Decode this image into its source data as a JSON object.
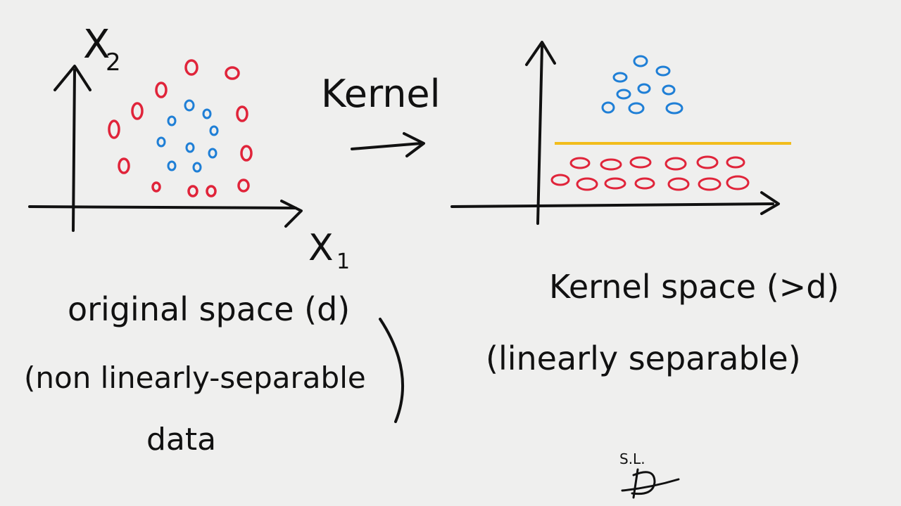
{
  "colors": {
    "ink": "#111111",
    "class_outer": "#e0243a",
    "class_inner": "#1f7fd6",
    "separator": "#f2bd1c",
    "background": "#efefee"
  },
  "left_panel": {
    "y_axis_label": "X",
    "y_axis_subscript": "2",
    "x_axis_label": "X",
    "x_axis_subscript": "1",
    "caption_line1": "original space (d)",
    "caption_line2": "(non linearly-separable",
    "caption_line3": "data"
  },
  "transform": {
    "label": "Kernel",
    "arrow_icon": "right-arrow-icon"
  },
  "right_panel": {
    "caption_line1": "Kernel space (>d)",
    "caption_line2": "(linearly separable)",
    "separator_icon": "separating-hyperplane-line"
  },
  "signature": {
    "initials": "S.L."
  }
}
